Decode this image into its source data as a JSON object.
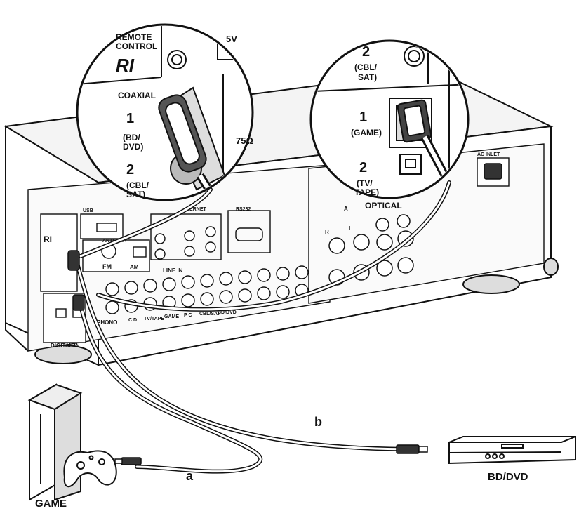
{
  "callout_left": {
    "remote_control": "REMOTE\nCONTROL",
    "ri": "RI",
    "five_v": "5V",
    "coaxial": "COAXIAL",
    "port1_num": "1",
    "port1_name": "(BD/\nDVD)",
    "port2_num": "2",
    "port2_name": "(CBL/\nSAT)",
    "ohm": "75Ω"
  },
  "callout_right": {
    "port2_num": "2",
    "port2_name": "(CBL/\nSAT)",
    "port1_num": "1",
    "port1_name": "(GAME)",
    "port2b_num": "2",
    "port2b_name": "(TV/\nTAPE)",
    "optical": "OPTICAL"
  },
  "receiver": {
    "usb": "USB",
    "antenna": "ANTENNA",
    "fm": "FM",
    "am": "AM",
    "ethernet": "HERNET",
    "rs232": "RS232",
    "line_in": "LINE IN",
    "phono": "PHONO",
    "cd": "C D",
    "tvtape": "TV/TAPE",
    "game": "GAME",
    "pc": "P C",
    "cblsat": "CBL/SAT",
    "bddvd": "BD/DVD",
    "digital_in": "DIGITAL IN",
    "ac_inlet": "AC INLET",
    "ri_small": "RI",
    "speaker_a": "A",
    "r": "R",
    "l": "L"
  },
  "labels": {
    "cable_a": "a",
    "cable_b": "b",
    "device_game": "GAME",
    "device_bddvd": "BD/DVD"
  }
}
